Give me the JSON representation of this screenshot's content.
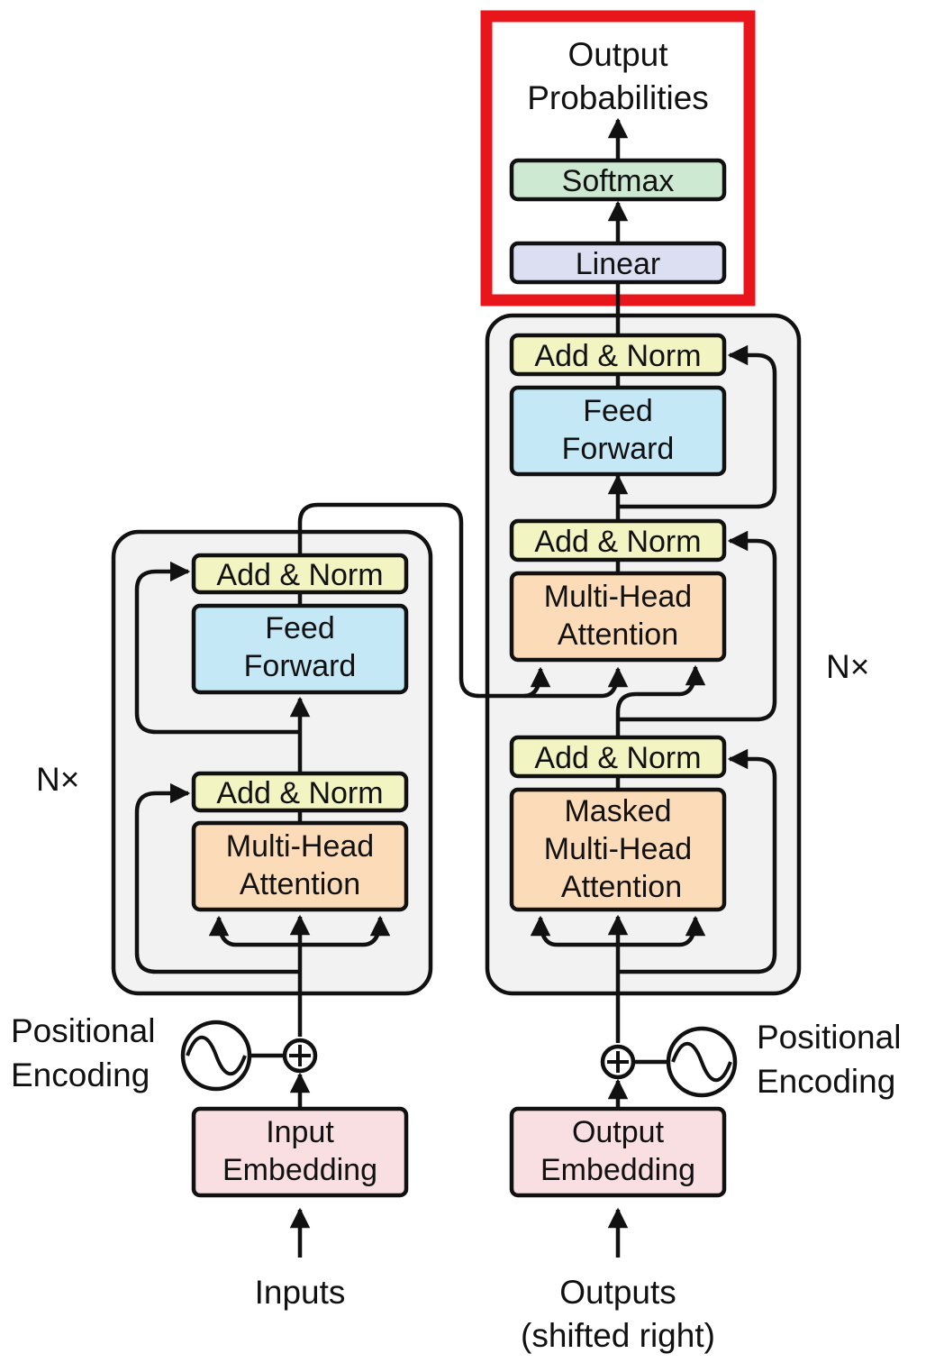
{
  "colors": {
    "add_norm": "#f2f4c2",
    "feed_forward": "#c5e8f6",
    "attention": "#fcdcb8",
    "embedding": "#f9dfe2",
    "linear": "#dcdff2",
    "softmax": "#cde9d2",
    "stack_background": "#f2f2f2",
    "highlight": "#e8161b",
    "stroke": "#111111"
  },
  "encoder": {
    "repeat": "N×",
    "add_norm_top": "Add & Norm",
    "feed_forward": [
      "Feed",
      "Forward"
    ],
    "add_norm_bottom": "Add & Norm",
    "attention": [
      "Multi-Head",
      "Attention"
    ]
  },
  "decoder": {
    "repeat": "N×",
    "add_norm_top": "Add & Norm",
    "feed_forward": [
      "Feed",
      "Forward"
    ],
    "add_norm_mid": "Add & Norm",
    "cross_attention": [
      "Multi-Head",
      "Attention"
    ],
    "add_norm_bottom": "Add & Norm",
    "masked_attention": [
      "Masked",
      "Multi-Head",
      "Attention"
    ]
  },
  "input_side": {
    "embedding": [
      "Input",
      "Embedding"
    ],
    "positional_encoding": [
      "Positional",
      "Encoding"
    ],
    "label": "Inputs"
  },
  "output_side": {
    "embedding": [
      "Output",
      "Embedding"
    ],
    "positional_encoding": [
      "Positional",
      "Encoding"
    ],
    "label": [
      "Outputs",
      "(shifted right)"
    ]
  },
  "head": {
    "linear": "Linear",
    "softmax": "Softmax",
    "output": [
      "Output",
      "Probabilities"
    ]
  }
}
